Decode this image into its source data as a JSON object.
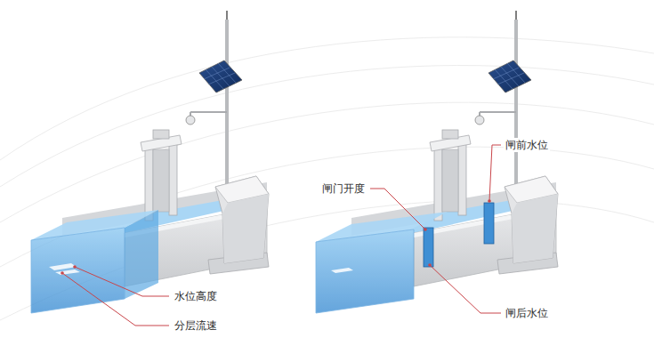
{
  "diagram": {
    "labels": [
      "水位高度",
      "分层流速",
      "闸门开度",
      "闸前水位",
      "闸后水位"
    ]
  }
}
